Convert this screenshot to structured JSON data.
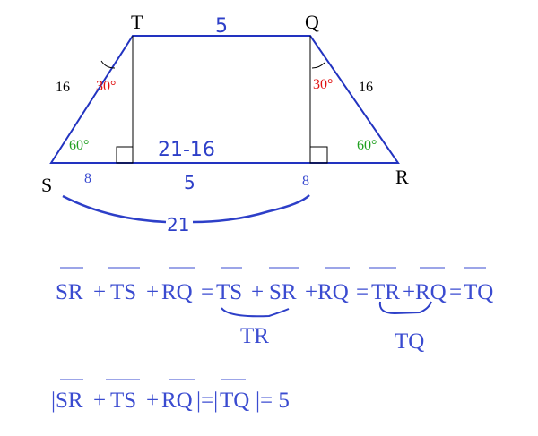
{
  "vertices": {
    "S": "S",
    "T": "T",
    "Q": "Q",
    "R": "R"
  },
  "sides": {
    "left": "16",
    "right": "16",
    "top": "5"
  },
  "angles": {
    "top_left": "30°",
    "top_right": "30°",
    "bottom_left": "60°",
    "bottom_right": "60°"
  },
  "base_segments": {
    "left": "8",
    "middle": "5",
    "right": "8"
  },
  "annotations": {
    "middle_expr": "21-16",
    "total": "21"
  },
  "equation1": {
    "t1": "SR",
    "p1": "+",
    "t2": "TS",
    "p2": "+",
    "t3": "RQ",
    "e1": "=",
    "t4": "TS",
    "p3": "+",
    "t5": "SR",
    "t6": "+RQ",
    "e2": "=",
    "t7": "TR",
    "p4": "+",
    "t8": "RQ",
    "e3": "=",
    "t9": "TQ",
    "under1": "TR",
    "under2": "TQ"
  },
  "equation2": {
    "bar1": "|",
    "t1": "SR",
    "p1": "+",
    "t2": "TS",
    "p2": "+",
    "t3": "RQ",
    "rest1": "|=|",
    "t4": "TQ",
    "rest2": "|= 5"
  },
  "colors": {
    "blue": "#3a4bd0",
    "red": "#e01010",
    "green": "#20a020",
    "black": "#000000"
  }
}
